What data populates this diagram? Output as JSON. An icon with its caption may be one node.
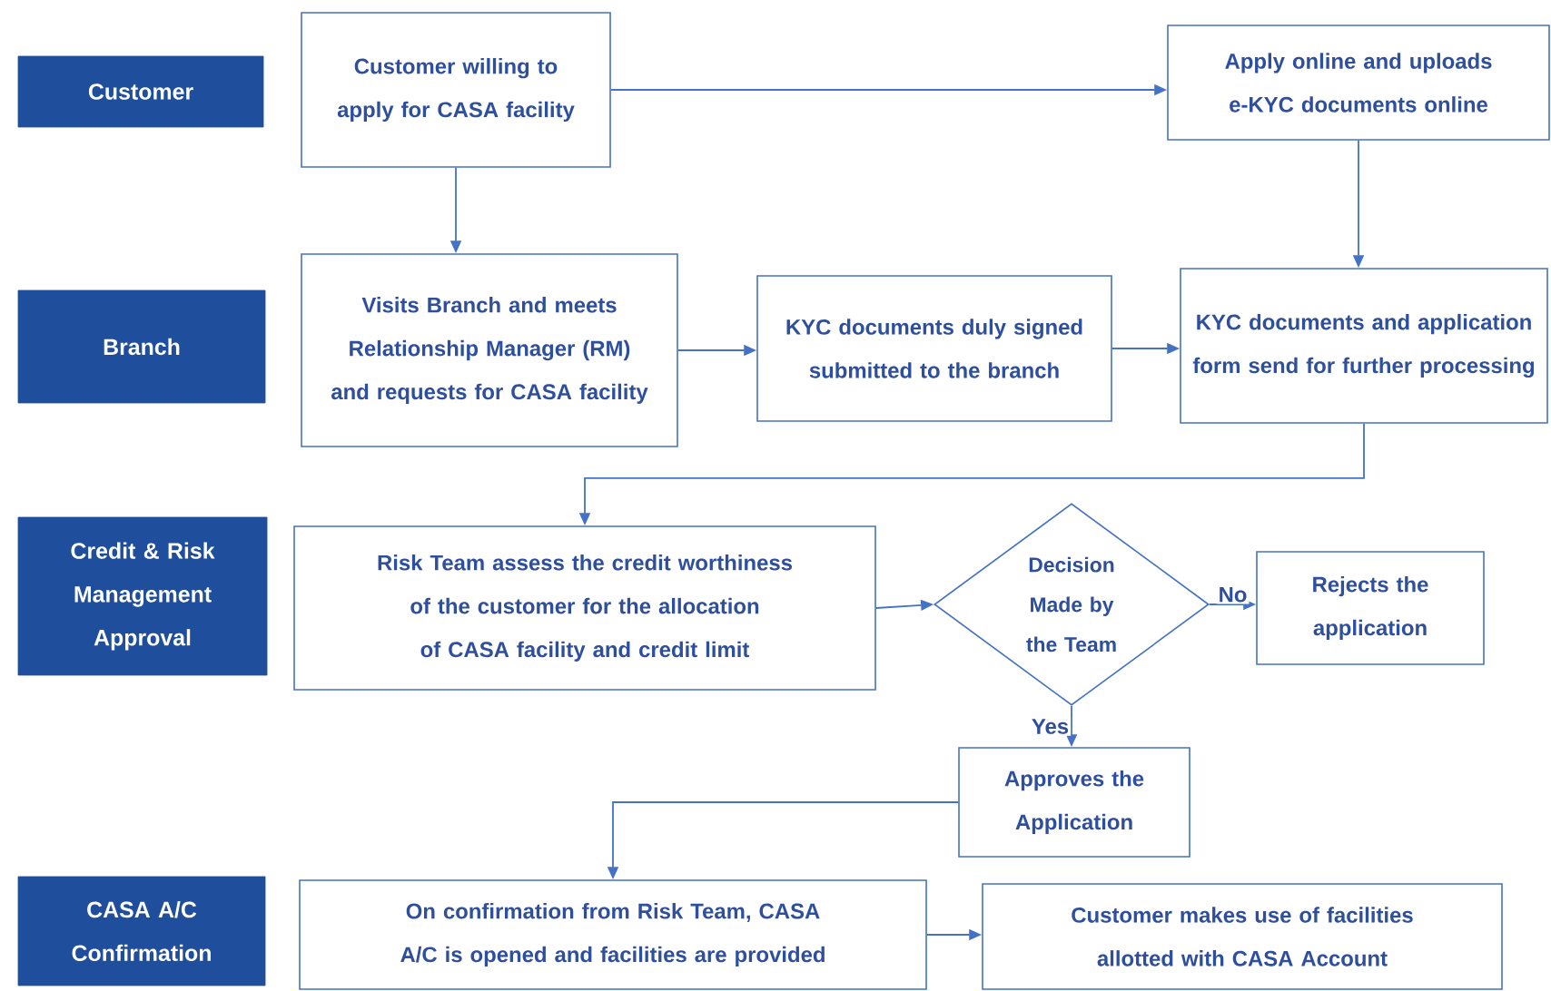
{
  "diagram": {
    "nodes": [
      {
        "text": [
          "Customer"
        ]
      },
      {
        "text": [
          "Customer willing to apply for CASA facility"
        ]
      },
      {
        "text": [
          "Apply online and uploads e-KYC documents online"
        ]
      },
      {
        "text": [
          "Branch"
        ]
      },
      {
        "text": [
          "Visits Branch and meets Relationship Manager (RM) and requests for CASA facility"
        ]
      },
      {
        "text": [
          "KYC documents duly signed submitted to the branch"
        ]
      },
      {
        "text": [
          "KYC documents and application form send for further processing"
        ]
      },
      {
        "text": [
          "Credit & Risk Management Approval"
        ]
      },
      {
        "text": [
          "Risk Team assess the credit worthiness of the customer for the allocation of CASA facility and credit limit"
        ]
      },
      {
        "text": [
          "Decision Made by the Team"
        ]
      },
      {
        "text": [
          "Rejects the application"
        ]
      },
      {
        "text": [
          "Approves the Application"
        ]
      },
      {
        "text": [
          "CASA A/C Confirmation"
        ]
      },
      {
        "text": [
          "On confirmation from Risk Team, CASA A/C is opened and facilities are provided"
        ]
      },
      {
        "text": [
          "Customer makes use of facilities allotted with CASA Account"
        ]
      }
    ],
    "edges": [
      {
        "from": 1,
        "to": 2,
        "arrow": "to"
      },
      {
        "from": 1,
        "to": 4,
        "arrow": "to"
      },
      {
        "from": 2,
        "to": 6,
        "arrow": "to"
      },
      {
        "from": 4,
        "to": 5,
        "arrow": "to"
      },
      {
        "from": 5,
        "to": 6,
        "arrow": "to"
      },
      {
        "from": 6,
        "to": 8,
        "arrow": "to"
      },
      {
        "from": 8,
        "to": 9,
        "arrow": "to"
      },
      {
        "from": 9,
        "to": 10,
        "arrow": "to",
        "label": "No"
      },
      {
        "from": 9,
        "to": 11,
        "arrow": "to",
        "label": "Yes"
      },
      {
        "from": 11,
        "to": 13,
        "arrow": "to"
      },
      {
        "from": 13,
        "to": 14,
        "arrow": "to"
      }
    ]
  }
}
